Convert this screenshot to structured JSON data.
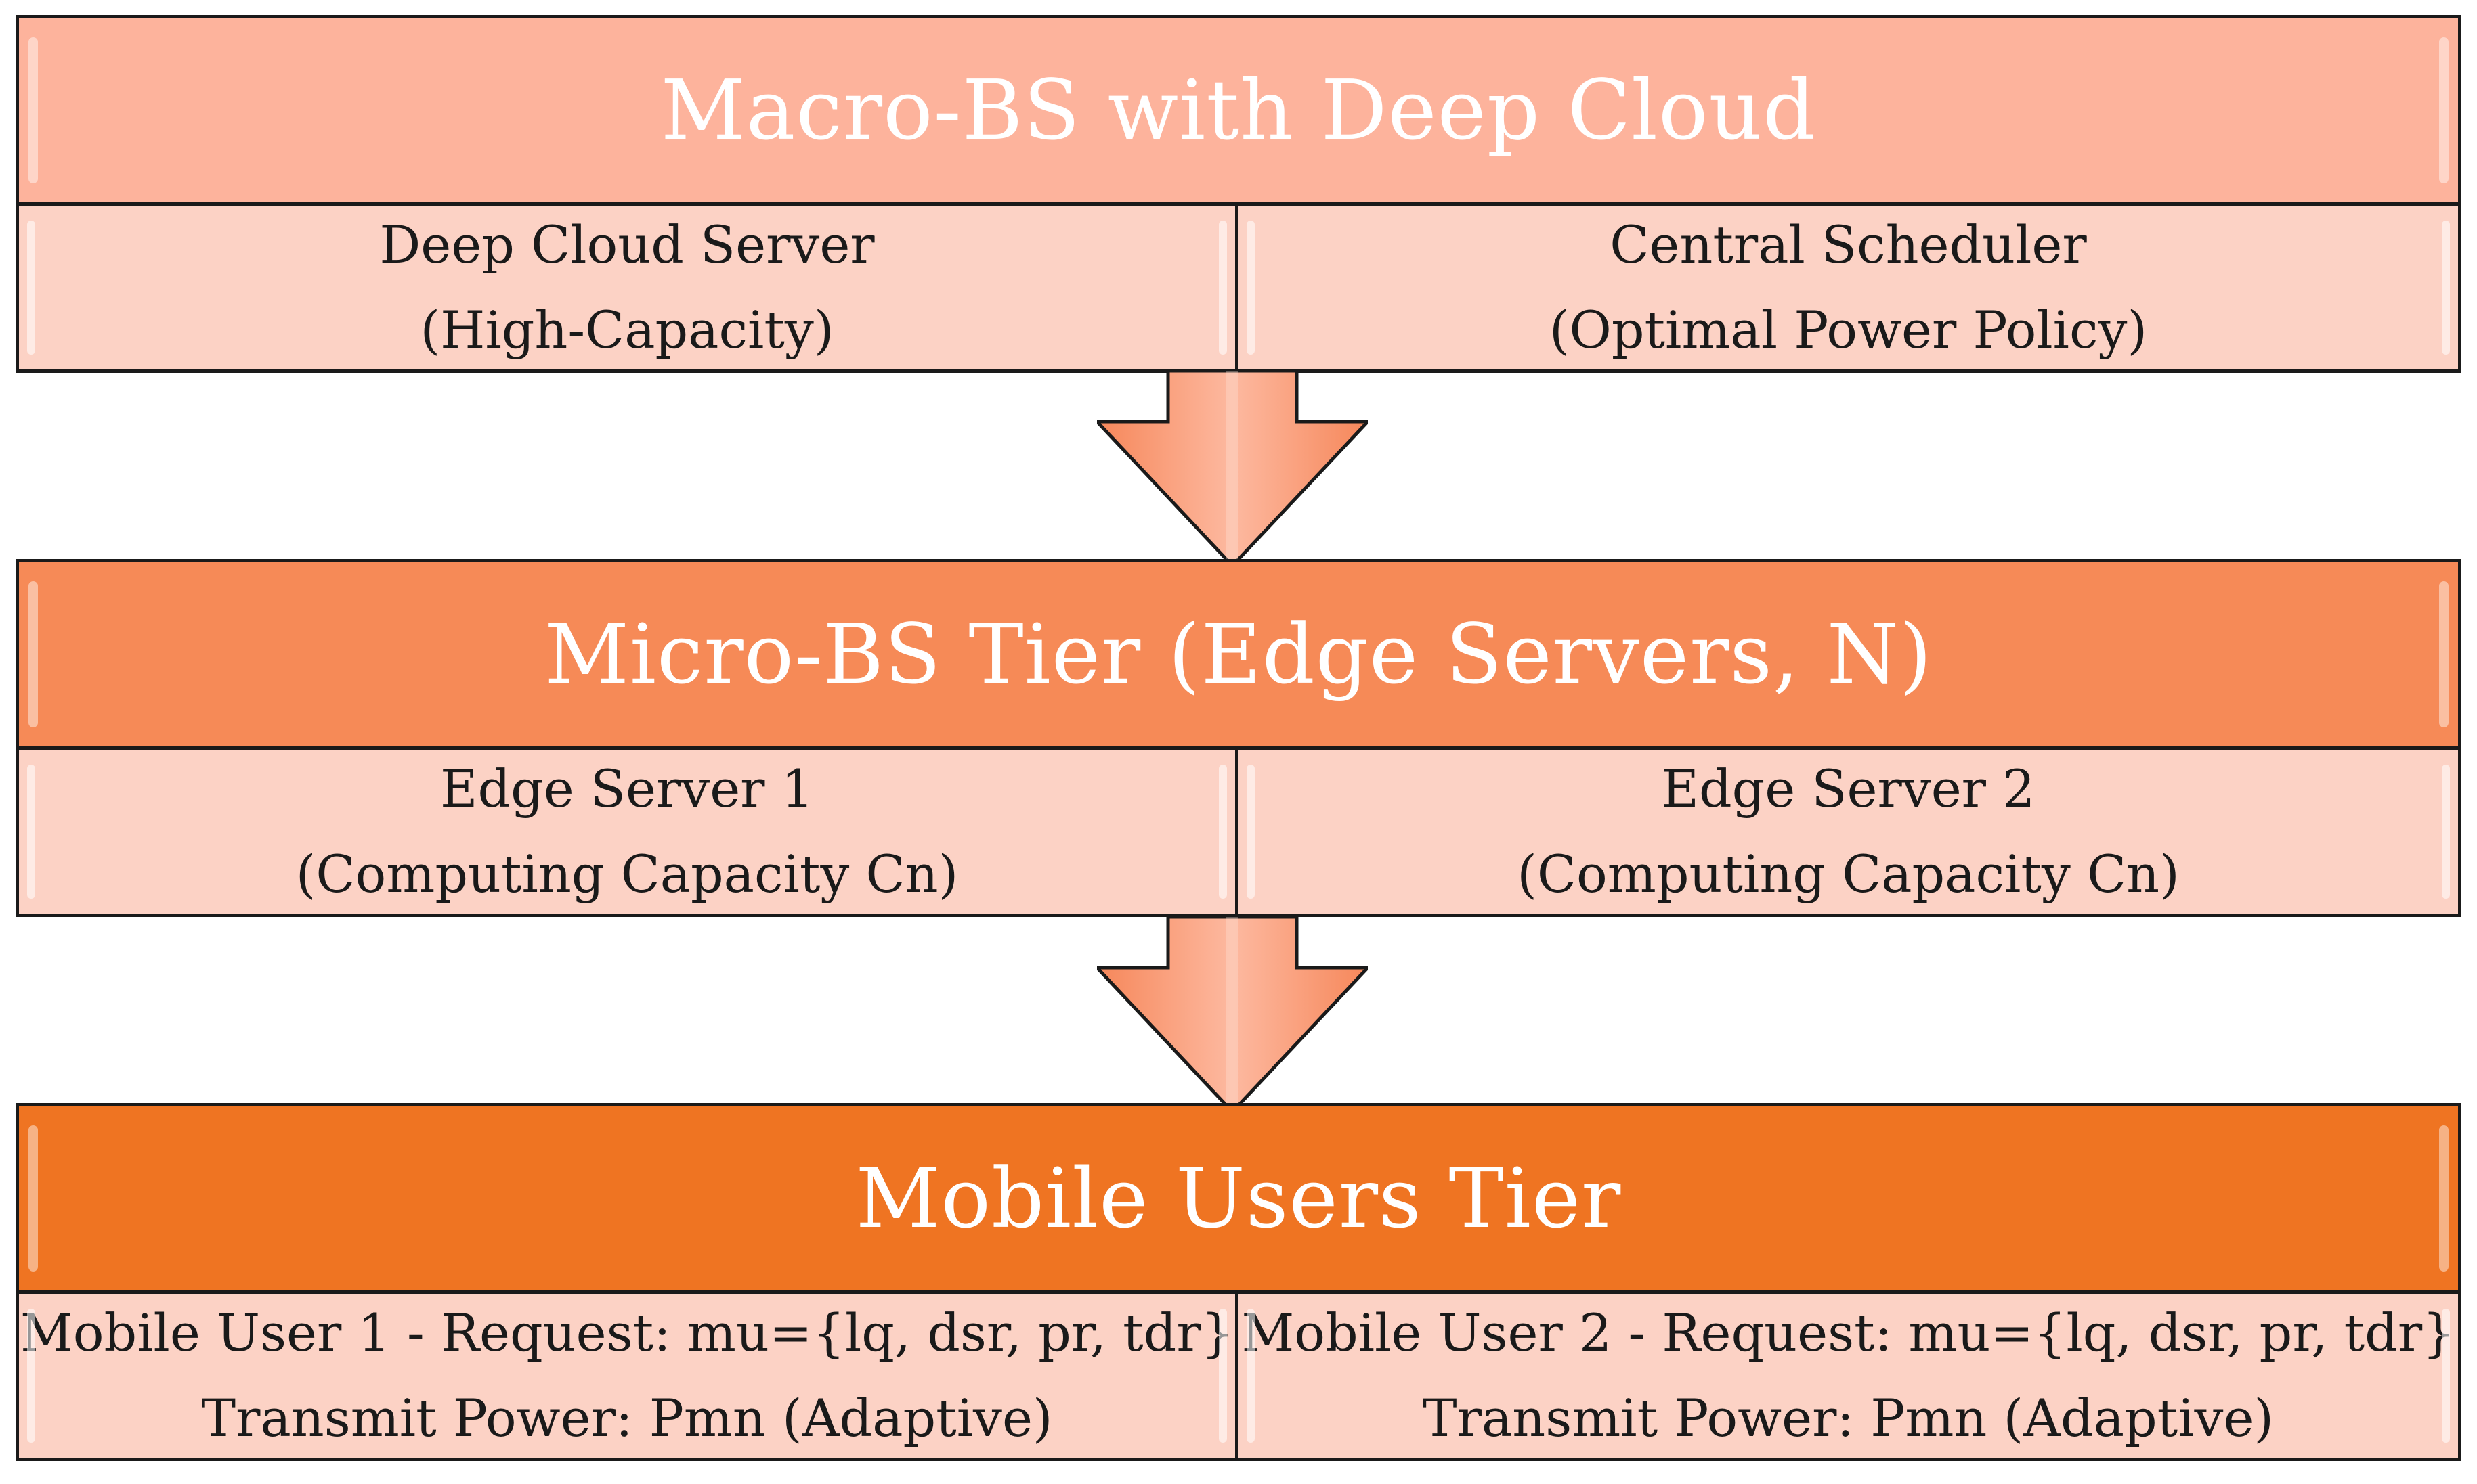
{
  "colors": {
    "tier1_header": "#fdb39c",
    "tier2_header": "#f68a57",
    "tier3_header": "#ef7422",
    "cell_fill": "#fcd2c5",
    "arrow_fill": "#f9a282",
    "outline": "#1a1a1a"
  },
  "tiers": [
    {
      "title": "Macro-BS with Deep Cloud",
      "cells": [
        {
          "line1": "Deep Cloud Server",
          "line2": "(High-Capacity)"
        },
        {
          "line1": "Central Scheduler",
          "line2": "(Optimal Power Policy)"
        }
      ]
    },
    {
      "title": "Micro-BS Tier (Edge Servers, N)",
      "cells": [
        {
          "line1": "Edge Server 1",
          "line2": "(Computing Capacity Cn)"
        },
        {
          "line1": "Edge Server 2",
          "line2": "(Computing Capacity Cn)"
        }
      ]
    },
    {
      "title": "Mobile Users Tier",
      "cells": [
        {
          "line1": "Mobile User 1 - Request: mu={lq, dsr, pr, tdr}",
          "line2": "Transmit Power:  Pmn (Adaptive)"
        },
        {
          "line1": "Mobile User 2 - Request: mu={lq, dsr, pr, tdr}",
          "line2": "Transmit Power:  Pmn (Adaptive)"
        }
      ]
    }
  ]
}
